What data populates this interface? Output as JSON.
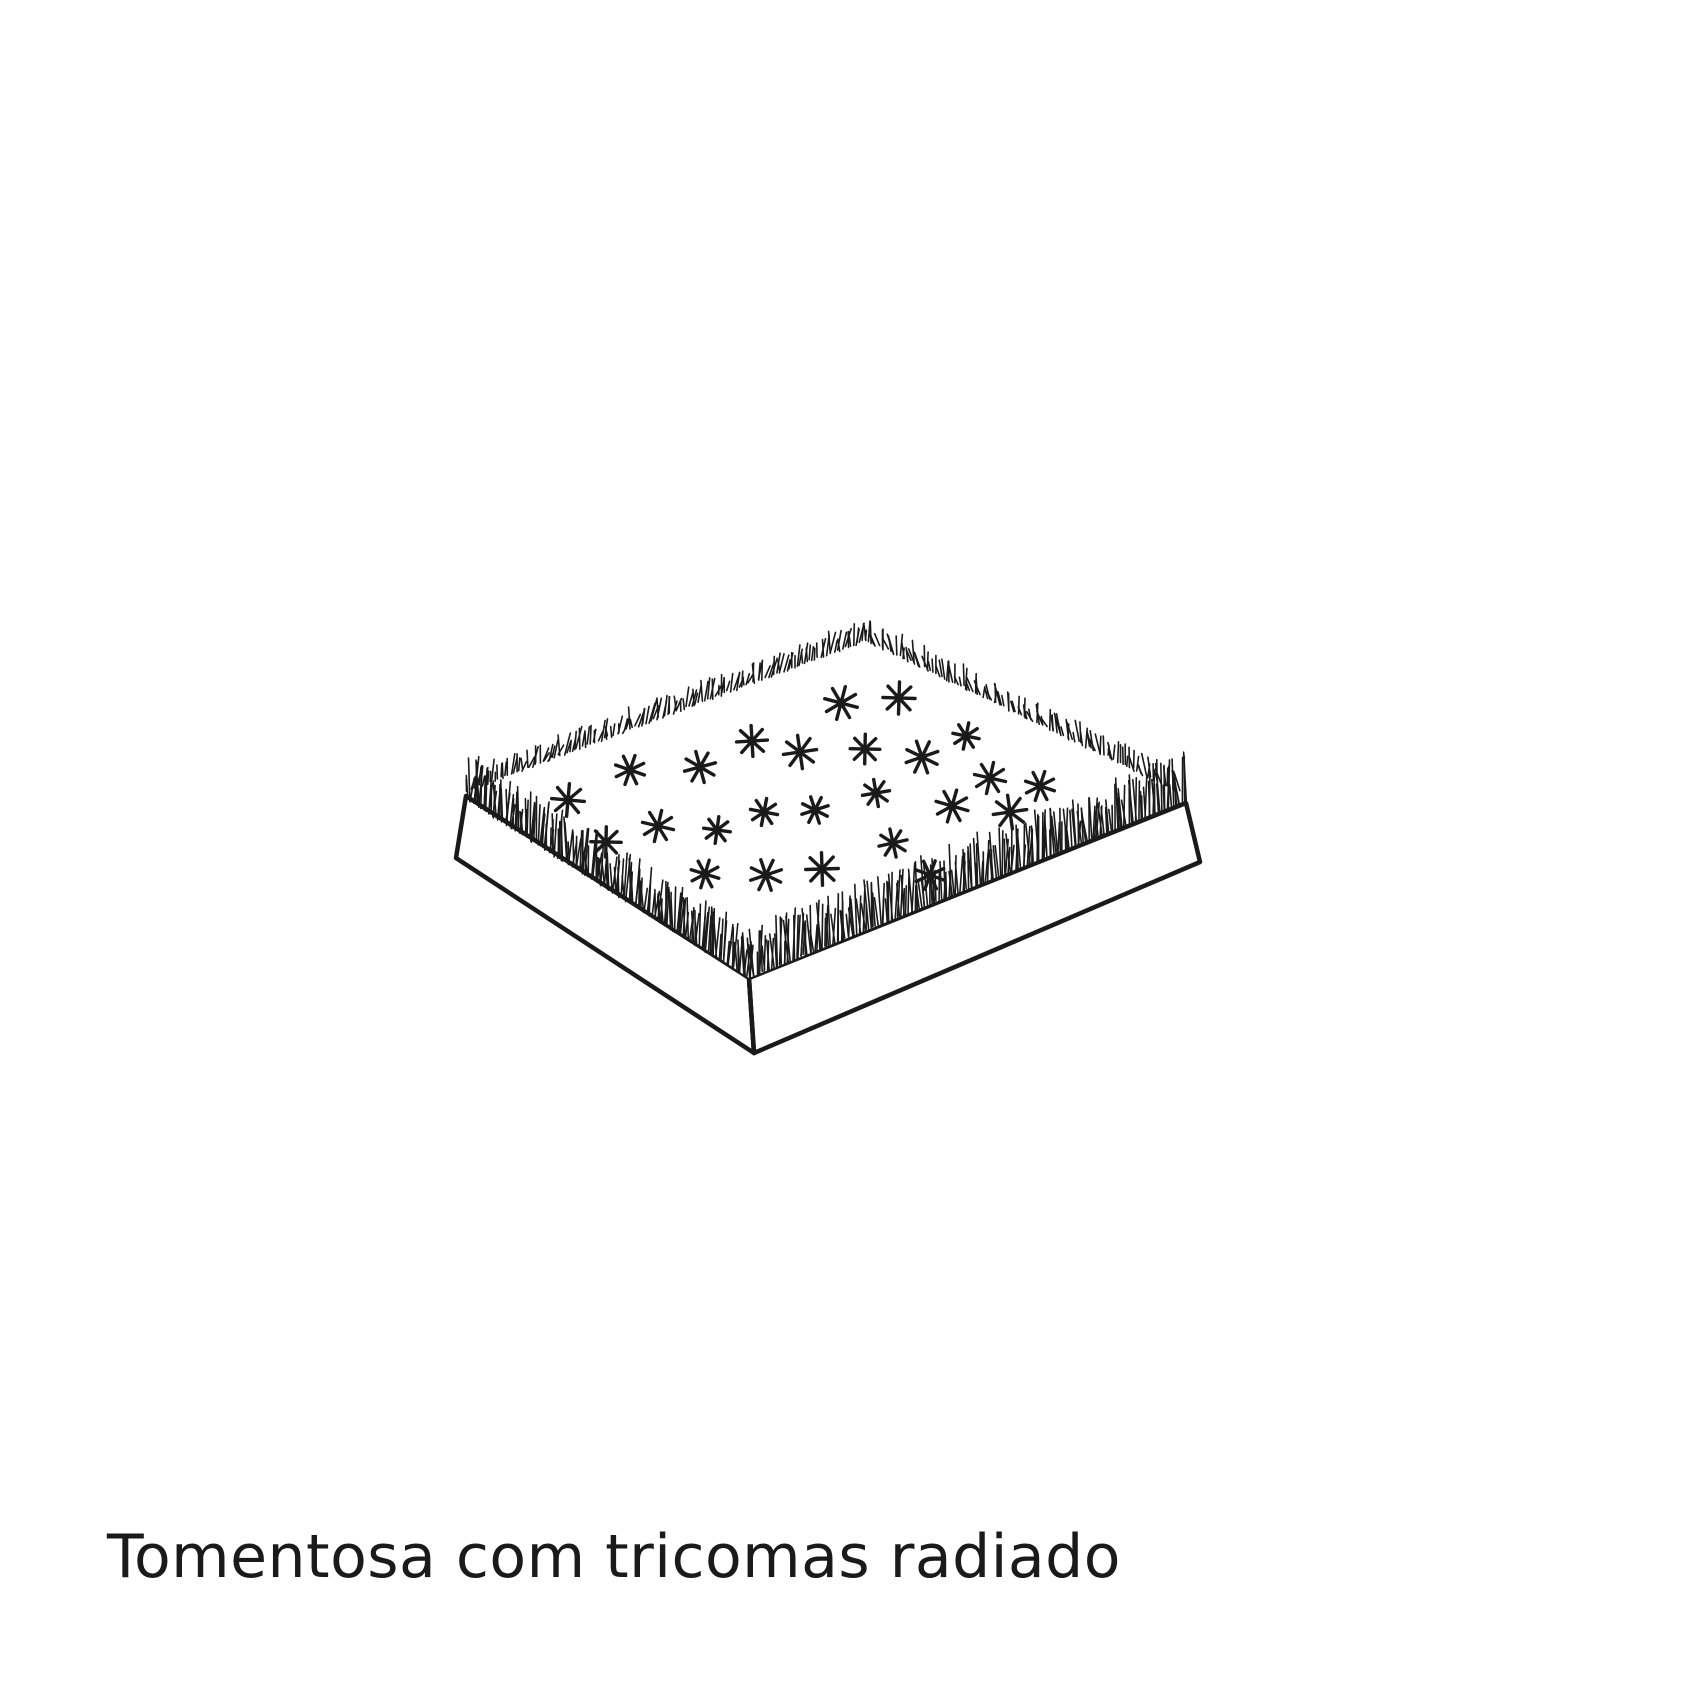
{
  "caption": "Tomentosa com tricomas radiado",
  "illustration": {
    "subject": "leaf surface block with tomentose indumentum and radiate (stellate) trichomes",
    "stroke_color": "#1a1a1a",
    "background_color": "#ffffff",
    "stellate_trichome_count": 25
  }
}
